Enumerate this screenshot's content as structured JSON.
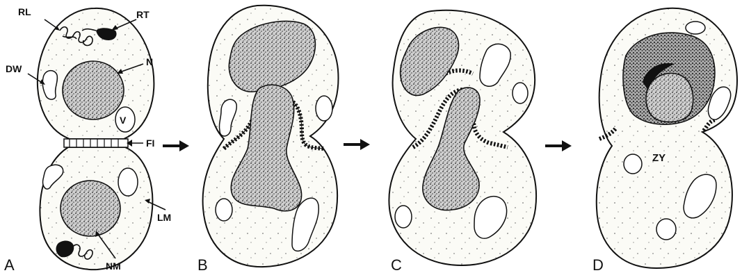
{
  "figure": {
    "panels": [
      {
        "letter": "A"
      },
      {
        "letter": "B"
      },
      {
        "letter": "C"
      },
      {
        "letter": "D"
      }
    ],
    "labels": {
      "RL": "RL",
      "RT": "RT",
      "DW": "DW",
      "N": "N",
      "V": "V",
      "FI": "FI",
      "LM": "LM",
      "NM": "NM",
      "ZY": "ZY"
    }
  }
}
